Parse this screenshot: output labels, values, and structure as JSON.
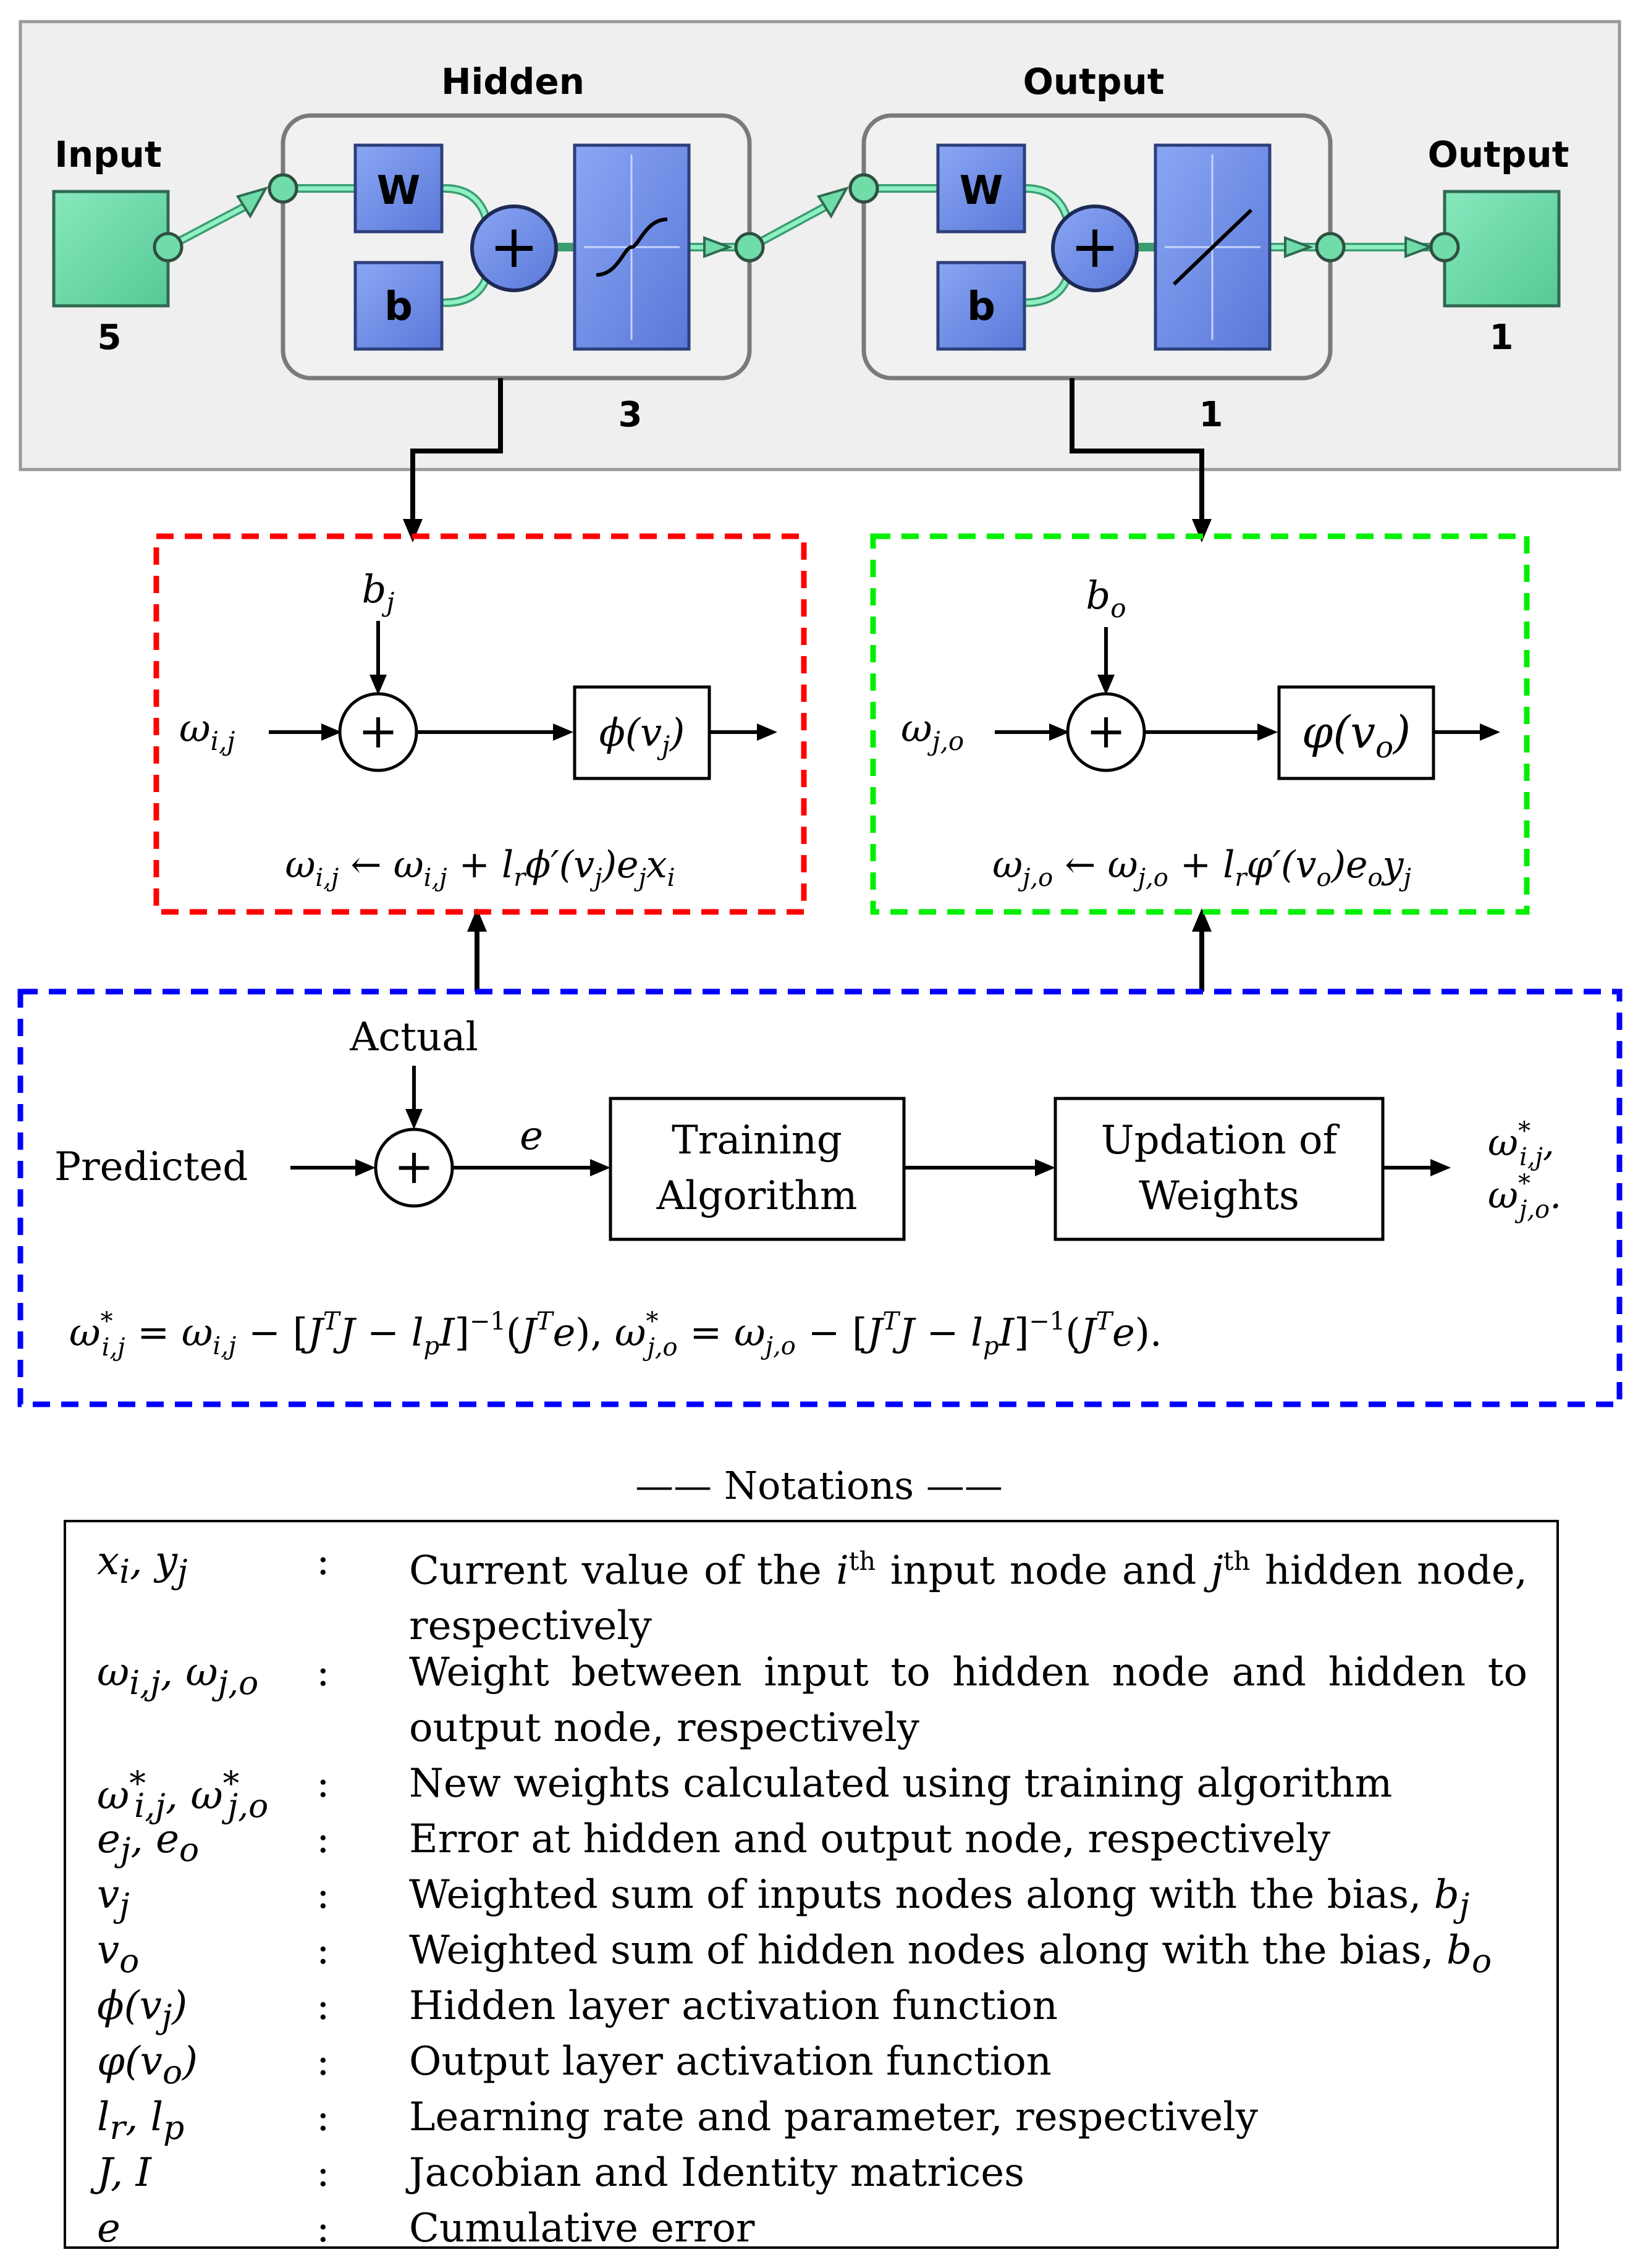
{
  "network": {
    "input_label": "Input",
    "input_size": "5",
    "hidden_label": "Hidden",
    "hidden_size": "3",
    "output_layer_label": "Output",
    "output_layer_size": "1",
    "output_label": "Output",
    "output_size": "1",
    "weight_block": "W",
    "bias_block": "b",
    "sum_symbol": "+"
  },
  "hidden_detail": {
    "bias": "b_j",
    "input": "ω_{i,j}",
    "activation": "ϕ(v_j)",
    "update_rule": "ω_{i,j} ← ω_{i,j} + l_r ϕ′(v_j) e_j x_i"
  },
  "output_detail": {
    "bias": "b_o",
    "input": "ω_{j,o}",
    "activation": "φ(v_o)",
    "update_rule": "ω_{j,o} ← ω_{j,o} + l_r φ′(v_o) e_o y_j"
  },
  "training": {
    "actual": "Actual",
    "predicted": "Predicted",
    "error": "e",
    "training_algorithm_line1": "Training",
    "training_algorithm_line2": "Algorithm",
    "updation_line1": "Updation of",
    "updation_line2": "Weights",
    "out_line1": "ω*_{i,j},",
    "out_line2": "ω*_{j,o}.",
    "formula": "ω*_{i,j} = ω_{i,j} − [JᵀJ − l_p I]⁻¹(Jᵀe), ω*_{j,o} = ω_{j,o} − [JᵀJ − l_p I]⁻¹(Jᵀe)."
  },
  "notations": {
    "title": "—— Notations ——",
    "rows": [
      {
        "symbol": "x_i, y_j",
        "desc_line1": "Current value of the iᵗʰ input node and jᵗʰ hidden node,",
        "desc_line2": "respectively"
      },
      {
        "symbol": "ω_{i,j}, ω_{j,o}",
        "desc_line1": "Weight between input to hidden node and hidden to",
        "desc_line2": "output node, respectively"
      },
      {
        "symbol": "ω*_{i,j}, ω*_{j,o}",
        "desc_line1": "New weights calculated using training algorithm",
        "desc_line2": ""
      },
      {
        "symbol": "e_j, e_o",
        "desc_line1": "Error at hidden and output node, respectively",
        "desc_line2": ""
      },
      {
        "symbol": "v_j",
        "desc_line1": "Weighted sum of inputs nodes along with the bias, b_j",
        "desc_line2": ""
      },
      {
        "symbol": "v_o",
        "desc_line1": "Weighted sum of hidden nodes along with the bias, b_o",
        "desc_line2": ""
      },
      {
        "symbol": "ϕ(v_j)",
        "desc_line1": "Hidden layer activation function",
        "desc_line2": ""
      },
      {
        "symbol": "φ(v_o)",
        "desc_line1": "Output layer activation function",
        "desc_line2": ""
      },
      {
        "symbol": "l_r, l_p",
        "desc_line1": "Learning rate and parameter, respectively",
        "desc_line2": ""
      },
      {
        "symbol": "J, I",
        "desc_line1": "Jacobian and Identity matrices",
        "desc_line2": ""
      },
      {
        "symbol": "e",
        "desc_line1": "Cumulative error",
        "desc_line2": ""
      }
    ],
    "colon": ":"
  },
  "colors": {
    "panel_bg": "#efefef",
    "green_node": "#6fdcaa",
    "blue_block": "#6f8fe8",
    "hidden_dash": "#ff0000",
    "output_dash": "#00ee00",
    "training_dash": "#0000ff"
  }
}
